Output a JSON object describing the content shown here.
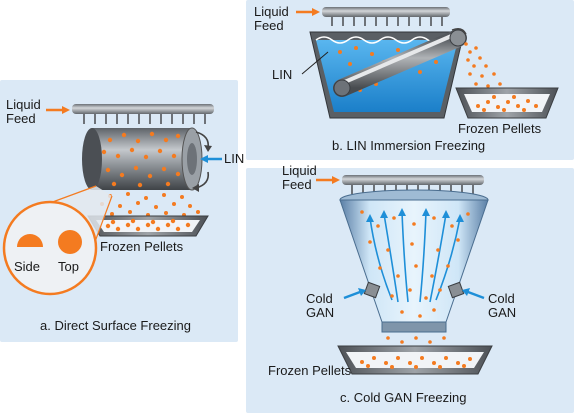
{
  "panel_a": {
    "caption": "a. Direct Surface Freezing",
    "liquid_feed_line1": "Liquid",
    "liquid_feed_line2": "Feed",
    "lin_label": "LIN",
    "frozen_pellets": "Frozen Pellets",
    "side_label": "Side",
    "top_label": "Top"
  },
  "panel_b": {
    "caption": "b. LIN Immersion Freezing",
    "liquid_feed_line1": "Liquid",
    "liquid_feed_line2": "Feed",
    "lin_label": "LIN",
    "frozen_pellets": "Frozen Pellets"
  },
  "panel_c": {
    "caption": "c. Cold GAN Freezing",
    "liquid_feed_line1": "Liquid",
    "liquid_feed_line2": "Feed",
    "cold_gan_left_line1": "Cold",
    "cold_gan_left_line2": "GAN",
    "cold_gan_right_line1": "Cold",
    "cold_gan_right_line2": "GAN",
    "frozen_pellets": "Frozen Pellets"
  },
  "colors": {
    "panel_bg": "#dbe9f6",
    "pellet": "#f47b20",
    "lin_blue": "#1e8fd8",
    "equipment_gray": "#8a8f96"
  }
}
